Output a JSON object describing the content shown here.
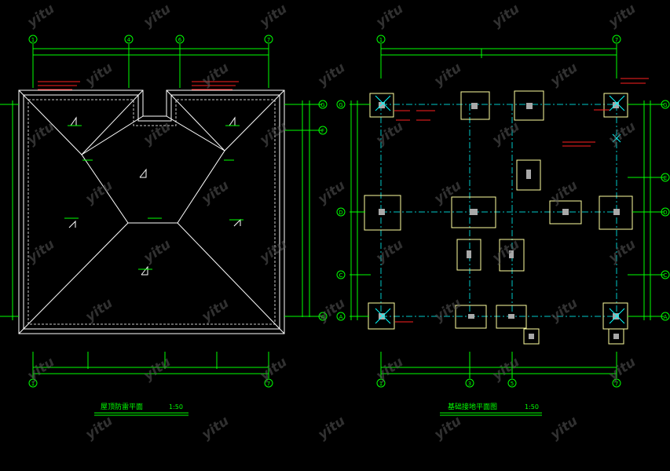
{
  "left_plan": {
    "title": "屋顶防雷平面",
    "scale": "1:50",
    "top_axes": [
      "1",
      "4",
      "6",
      "7"
    ],
    "bottom_axes": [
      "1",
      "7"
    ],
    "right_axes": [
      "G",
      "F",
      "A"
    ]
  },
  "right_plan": {
    "title": "基础接地平面图",
    "scale": "1:50",
    "top_axes": [
      "1",
      "7"
    ],
    "bottom_axes": [
      "1",
      "3",
      "5",
      "7"
    ],
    "left_axes": [
      "G",
      "D",
      "C",
      "A"
    ],
    "right_axes": [
      "G",
      "E",
      "D",
      "C",
      "A"
    ]
  },
  "watermark": "yitu",
  "colors": {
    "background": "#000000",
    "outline": "#ffffff",
    "dimension": "#00ff00",
    "axis_line": "#00ffff",
    "annotation": "#ff2020",
    "footing": "#ffff80",
    "column": "#b0b0b0"
  }
}
